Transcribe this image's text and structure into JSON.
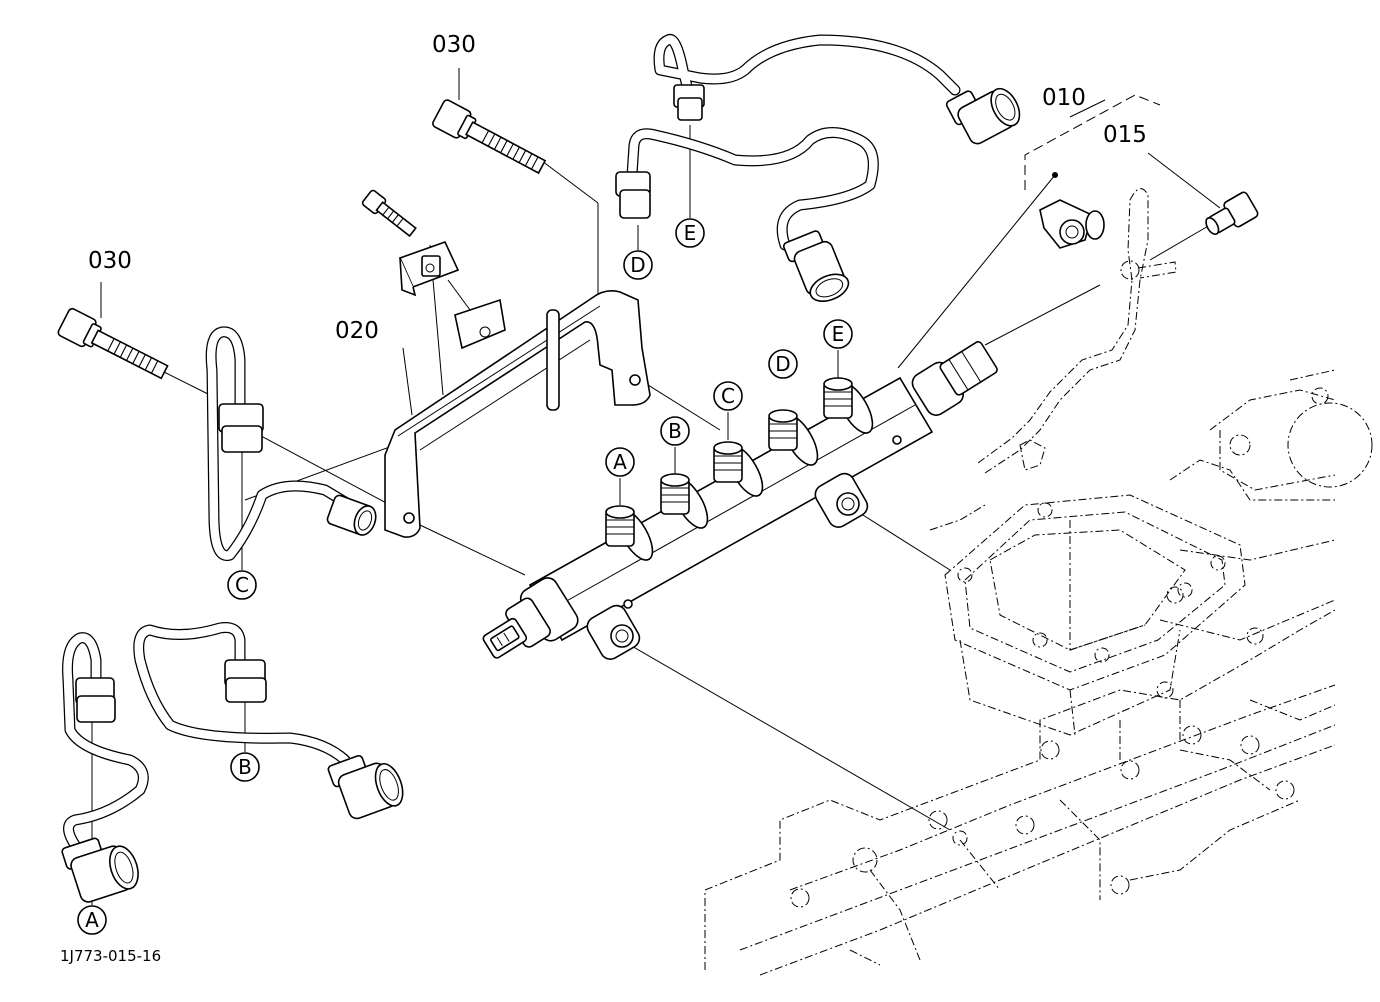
{
  "figure_code": "1J773-015-16",
  "part_numbers": {
    "assembly": "010",
    "sensor_bolt": "015",
    "bracket": "020",
    "bolt_upper": "030",
    "bolt_left": "030"
  },
  "connection_letters": {
    "rail_a": "A",
    "rail_b": "B",
    "rail_c": "C",
    "rail_d": "D",
    "rail_e": "E",
    "pipe_a": "A",
    "pipe_b": "B",
    "pipe_c": "C",
    "pipe_d": "D",
    "pipe_e": "E"
  }
}
